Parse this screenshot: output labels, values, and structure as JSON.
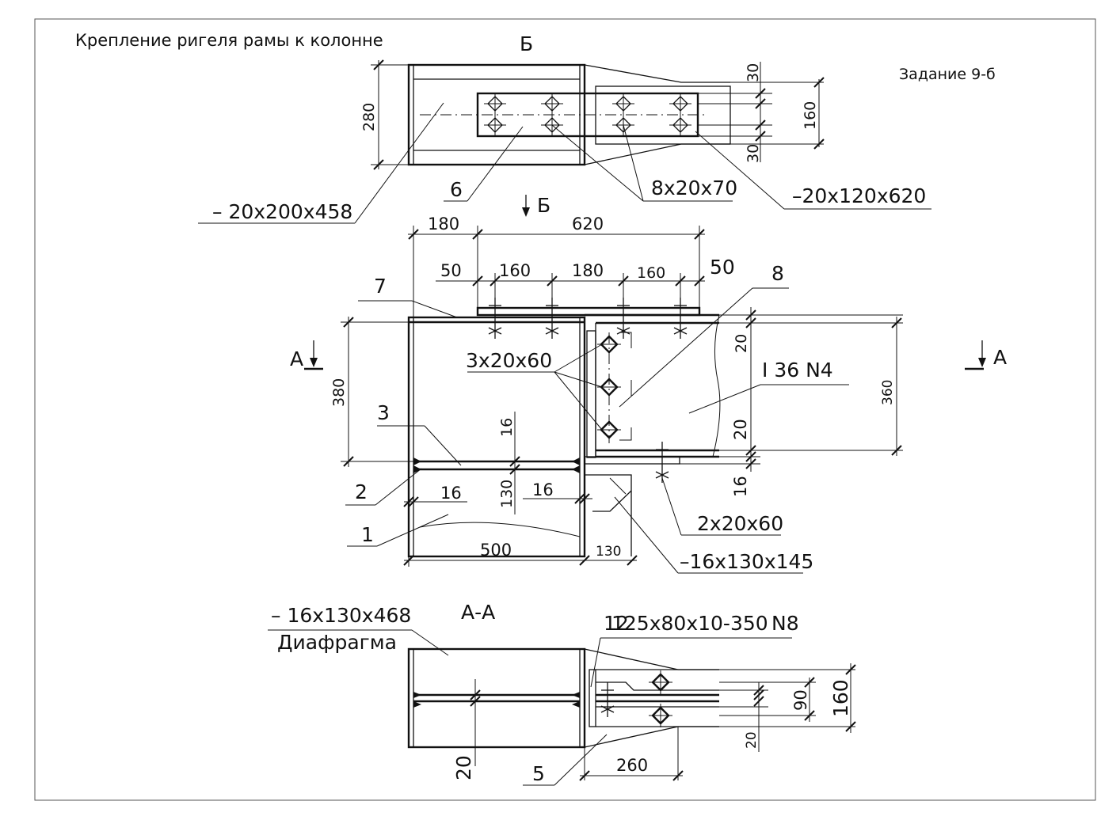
{
  "drawing": {
    "title": "Крепление ригеля рамы к колонне",
    "task": "Задание 9-б",
    "section_b_label": "Б",
    "section_b_cut": "Б",
    "section_a_left": "А",
    "section_a_right": "А",
    "section_aa_title": "А-А"
  },
  "top_view": {
    "dim_280": "280",
    "dim_30_top": "30",
    "dim_30_bottom": "30",
    "dim_160": "160",
    "callout_plate_458": "– 20х200х458",
    "callout_6": "6",
    "callout_bolts_8": "8х20х70",
    "callout_plate_620": "–20х120х620"
  },
  "front_view": {
    "dim_180_top": "180",
    "dim_620": "620",
    "dim_50_left": "50",
    "dim_160_a": "160",
    "dim_180_mid": "180",
    "dim_160_b": "160",
    "dim_50_right": "50",
    "callout_7": "7",
    "callout_8": "8",
    "callout_bolts_3": "3х20х60",
    "beam_label": "I 36 N4",
    "dim_380": "380",
    "dim_360": "360",
    "dim_20_top": "20",
    "dim_20_mid": "20",
    "dim_16_right": "16",
    "dim_16_vert": "16",
    "dim_16_left": "16",
    "dim_130_vert": "130",
    "dim_16_mid": "16",
    "callout_3": "3",
    "callout_2": "2",
    "callout_1": "1",
    "dim_500": "500",
    "dim_130_bottom": "130",
    "callout_bolts_2": "2х20х60",
    "callout_plate_145": "–16х130х145"
  },
  "section_aa": {
    "callout_diaphragm_plate": "– 16х130х468",
    "callout_diaphragm": "Диафрагма",
    "callout_angle": "125х80х10-350",
    "callout_angle_no": "N8",
    "callout_12": "12",
    "dim_90": "90",
    "dim_160": "160",
    "dim_20_right": "20",
    "dim_20_left": "20",
    "dim_260": "260",
    "callout_5": "5"
  }
}
